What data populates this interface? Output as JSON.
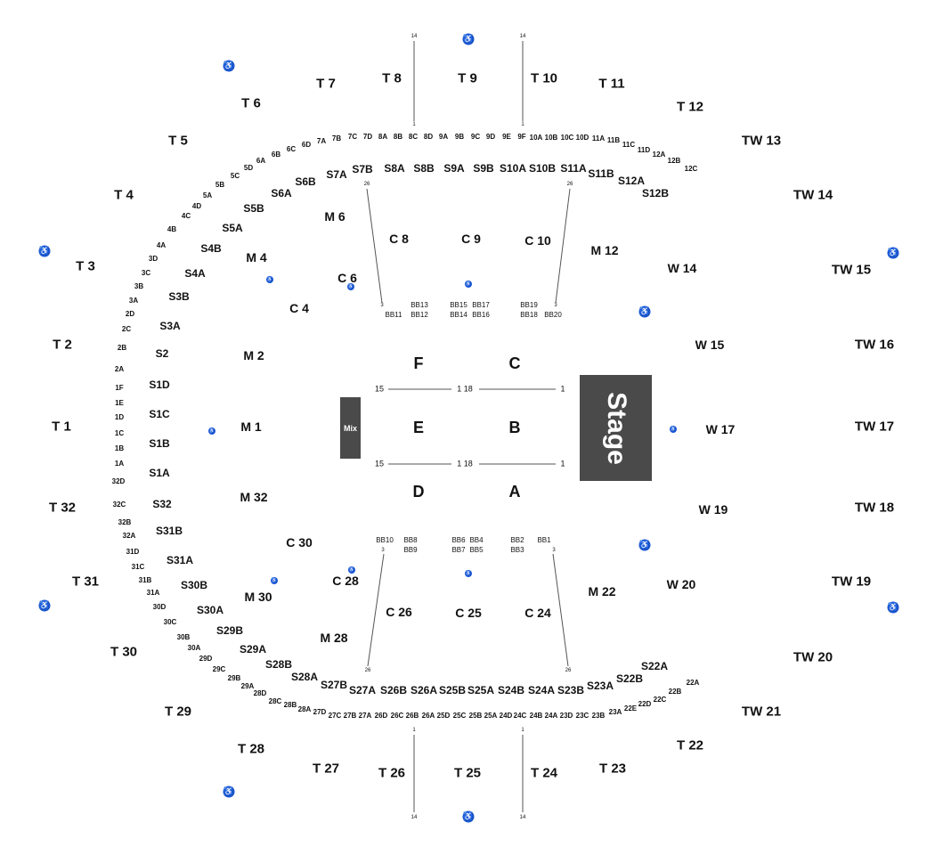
{
  "stage": {
    "label": "Stage"
  },
  "mix": {
    "label": "Mix"
  },
  "floor": {
    "F": "F",
    "C": "C",
    "E": "E",
    "B": "B",
    "D": "D",
    "A": "A"
  },
  "floor_rows": {
    "left": "15",
    "mid": "1 18",
    "right": "1"
  },
  "aisle_rows": {
    "top": "14",
    "bottom": "1",
    "inner_top": "26",
    "inner_bottom": "3"
  },
  "sections_t": [
    "T 1",
    "T 2",
    "T 3",
    "T 4",
    "T 5",
    "T 6",
    "T 7",
    "T 8",
    "T 9",
    "T 10",
    "T 11",
    "T 12",
    "TW 13",
    "TW 14",
    "TW 15",
    "TW 16",
    "TW 17",
    "TW 18",
    "TW 19",
    "TW 20",
    "TW 21",
    "T 22",
    "T 23",
    "T 24",
    "T 25",
    "T 26",
    "T 27",
    "T 28",
    "T 29",
    "T 30",
    "T 31",
    "T 32"
  ],
  "sections_m": [
    "M 1",
    "M 2",
    "M 4",
    "M 6",
    "M 12",
    "W 14",
    "W 15",
    "W 17",
    "W 19",
    "W 20",
    "M 22",
    "M 28",
    "M 30",
    "M 32"
  ],
  "sections_c": [
    "C 4",
    "C 6",
    "C 8",
    "C 9",
    "C 10",
    "C 24",
    "C 25",
    "C 26",
    "C 28",
    "C 30"
  ],
  "sections_s": [
    "S1A",
    "S1B",
    "S1C",
    "S1D",
    "S2",
    "S3A",
    "S3B",
    "S4A",
    "S4B",
    "S5A",
    "S5B",
    "S6A",
    "S6B",
    "S7A",
    "S7B",
    "S8A",
    "S8B",
    "S9A",
    "S9B",
    "S10A",
    "S10B",
    "S11A",
    "S11B",
    "S12A",
    "S12B",
    "S22A",
    "S22B",
    "S23A",
    "S23B",
    "S24A",
    "S24B",
    "S25A",
    "S25B",
    "S26A",
    "S26B",
    "S27A",
    "S27B",
    "S28A",
    "S28B",
    "S29A",
    "S29B",
    "S30A",
    "S30B",
    "S31A",
    "S31B",
    "S32"
  ],
  "rows_top": [
    "7A",
    "7B",
    "7C",
    "7D",
    "8A",
    "8B",
    "8C",
    "8D",
    "9A",
    "9B",
    "9C",
    "9D",
    "9E",
    "9F",
    "10A",
    "10B",
    "10C",
    "10D",
    "11A",
    "11B",
    "11C",
    "11D",
    "12A",
    "12B",
    "12C"
  ],
  "rows_left_top": [
    "6D",
    "6C",
    "6B",
    "6A",
    "5D",
    "5C",
    "5B",
    "5A",
    "4D",
    "4C",
    "4B",
    "4A",
    "3D",
    "3C",
    "3B",
    "3A",
    "2D",
    "2C",
    "2B",
    "2A",
    "1F",
    "1E",
    "1D",
    "1C",
    "1B",
    "1A"
  ],
  "rows_left_bottom": [
    "32D",
    "32C",
    "32B",
    "32A",
    "31D",
    "31C",
    "31B",
    "31A",
    "30D",
    "30C",
    "30B",
    "30A",
    "29D",
    "29C",
    "29B",
    "29A",
    "28D",
    "28C",
    "28B",
    "28A"
  ],
  "rows_bottom": [
    "27D",
    "27C",
    "27B",
    "27A",
    "26D",
    "26C",
    "26B",
    "26A",
    "25D",
    "25C",
    "25B",
    "25A",
    "24D",
    "24C",
    "24B",
    "24A",
    "23D",
    "23C",
    "23B",
    "23A",
    "22E",
    "22D",
    "22C",
    "22B",
    "22A"
  ],
  "bb_top": [
    "BB13",
    "BB11",
    "BB12",
    "BB15",
    "BB17",
    "BB14",
    "BB16",
    "BB19",
    "BB18",
    "BB20"
  ],
  "bb_bottom": [
    "BB10",
    "BB8",
    "BB9",
    "BB6",
    "BB4",
    "BB7",
    "BB5",
    "BB2",
    "BB1",
    "BB3"
  ]
}
